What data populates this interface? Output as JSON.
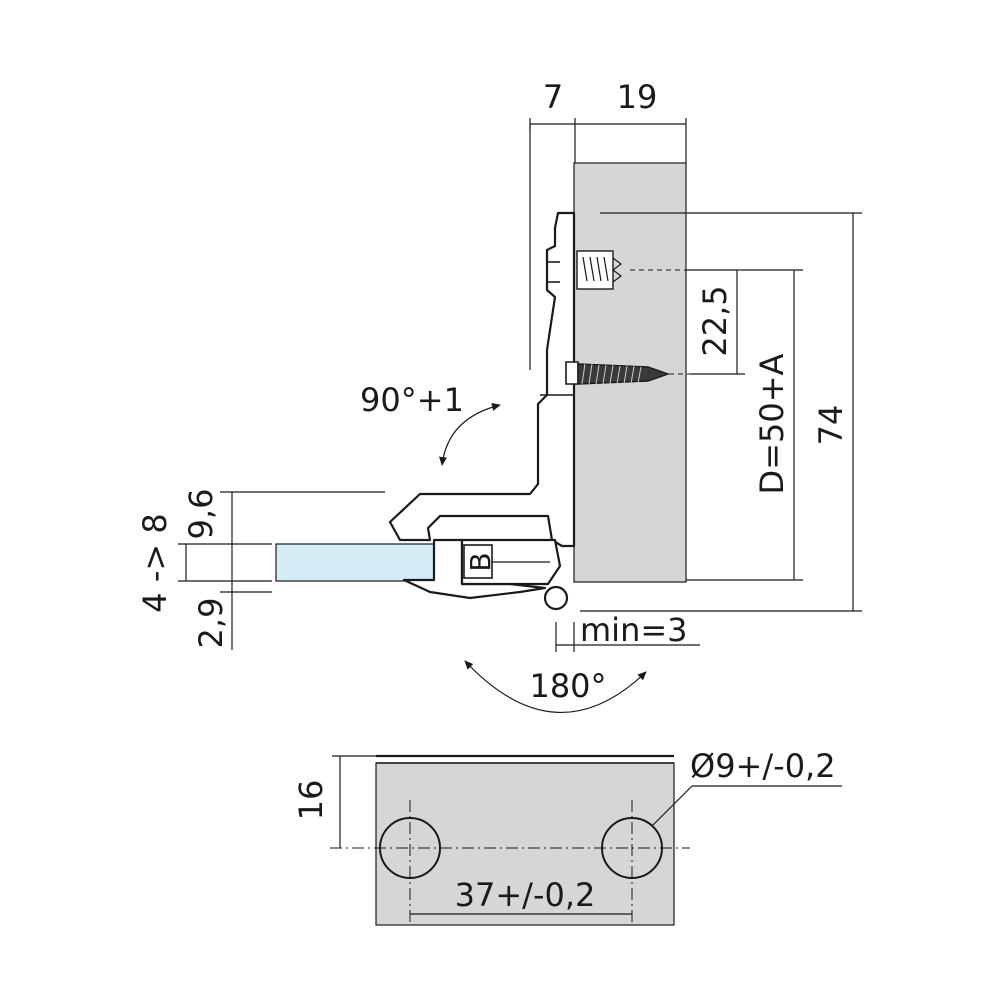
{
  "dimensions": {
    "top_left_width": "7",
    "top_right_width": "19",
    "screw_spacing": "22,5",
    "distance_d": "D=50+A",
    "total_height": "74",
    "opening_angle": "90°+1",
    "upper_offset": "9,6",
    "glass_thickness": "4 -> 8",
    "lower_offset": "2,9",
    "b_label": "B",
    "min_gap": "min=3",
    "swing_angle": "180°",
    "plate_height": "16",
    "hole_diameter": "Ø9+/-0,2",
    "hole_spacing": "37+/-0,2"
  },
  "colors": {
    "panel": "#d5d6d8",
    "glass": "#d3ecf6",
    "line": "#1a1a1a"
  }
}
